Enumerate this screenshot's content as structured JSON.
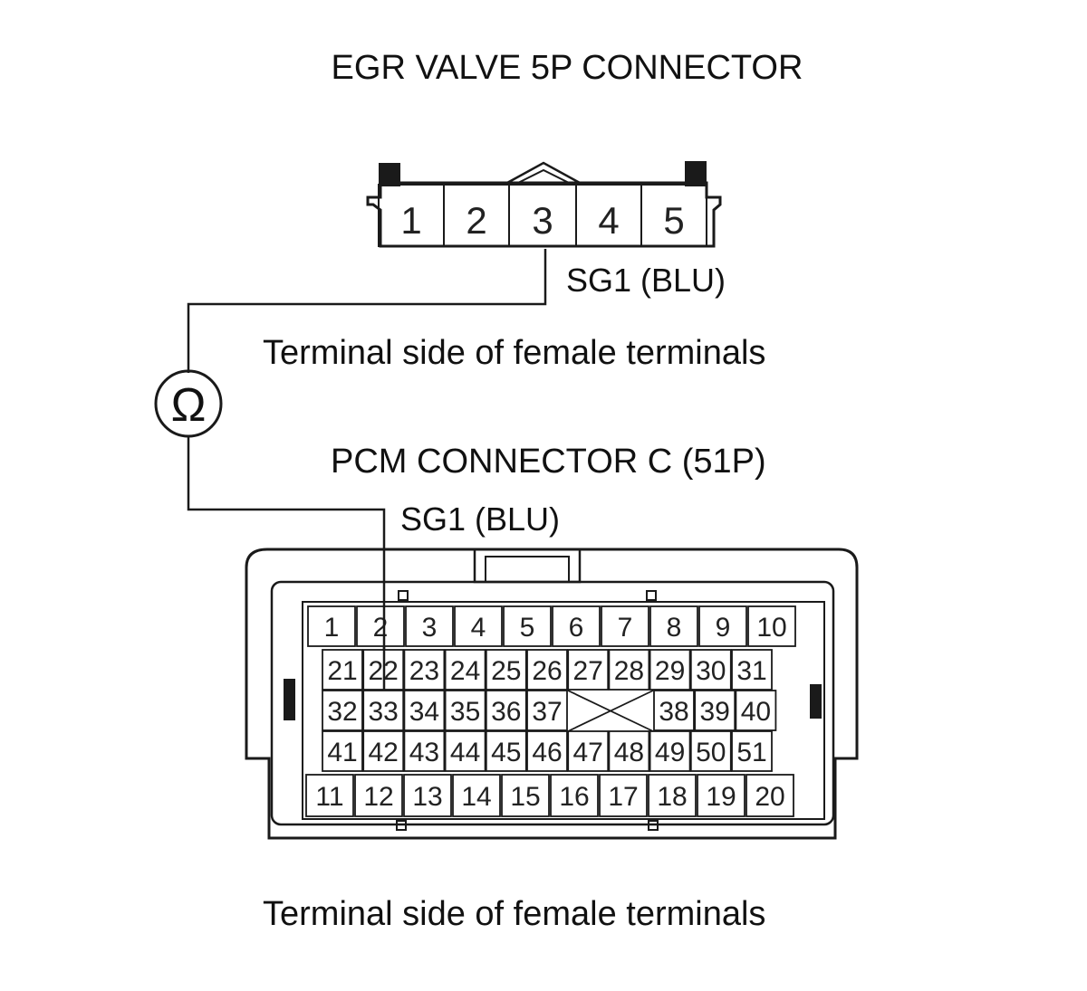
{
  "egr": {
    "title": "EGR VALVE 5P CONNECTOR",
    "pins": [
      "1",
      "2",
      "3",
      "4",
      "5"
    ],
    "wire_label": "SG1 (BLU)",
    "caption": "Terminal side of female terminals"
  },
  "meter": {
    "symbol": "Ω"
  },
  "pcm": {
    "title": "PCM CONNECTOR C (51P)",
    "wire_label": "SG1 (BLU)",
    "caption": "Terminal side of female terminals",
    "row1": [
      "1",
      "2",
      "3",
      "4",
      "5",
      "6",
      "7",
      "8",
      "9",
      "10"
    ],
    "row2": [
      "21",
      "22",
      "23",
      "24",
      "25",
      "26",
      "27",
      "28",
      "29",
      "30",
      "31"
    ],
    "row3_left": [
      "32",
      "33",
      "34",
      "35",
      "36",
      "37"
    ],
    "row3_right": [
      "38",
      "39",
      "40"
    ],
    "row4": [
      "41",
      "42",
      "43",
      "44",
      "45",
      "46",
      "47",
      "48",
      "49",
      "50",
      "51"
    ],
    "row5": [
      "11",
      "12",
      "13",
      "14",
      "15",
      "16",
      "17",
      "18",
      "19",
      "20"
    ]
  },
  "colors": {
    "line": "#1a1a1a",
    "pin_fill": "#ffffff"
  }
}
